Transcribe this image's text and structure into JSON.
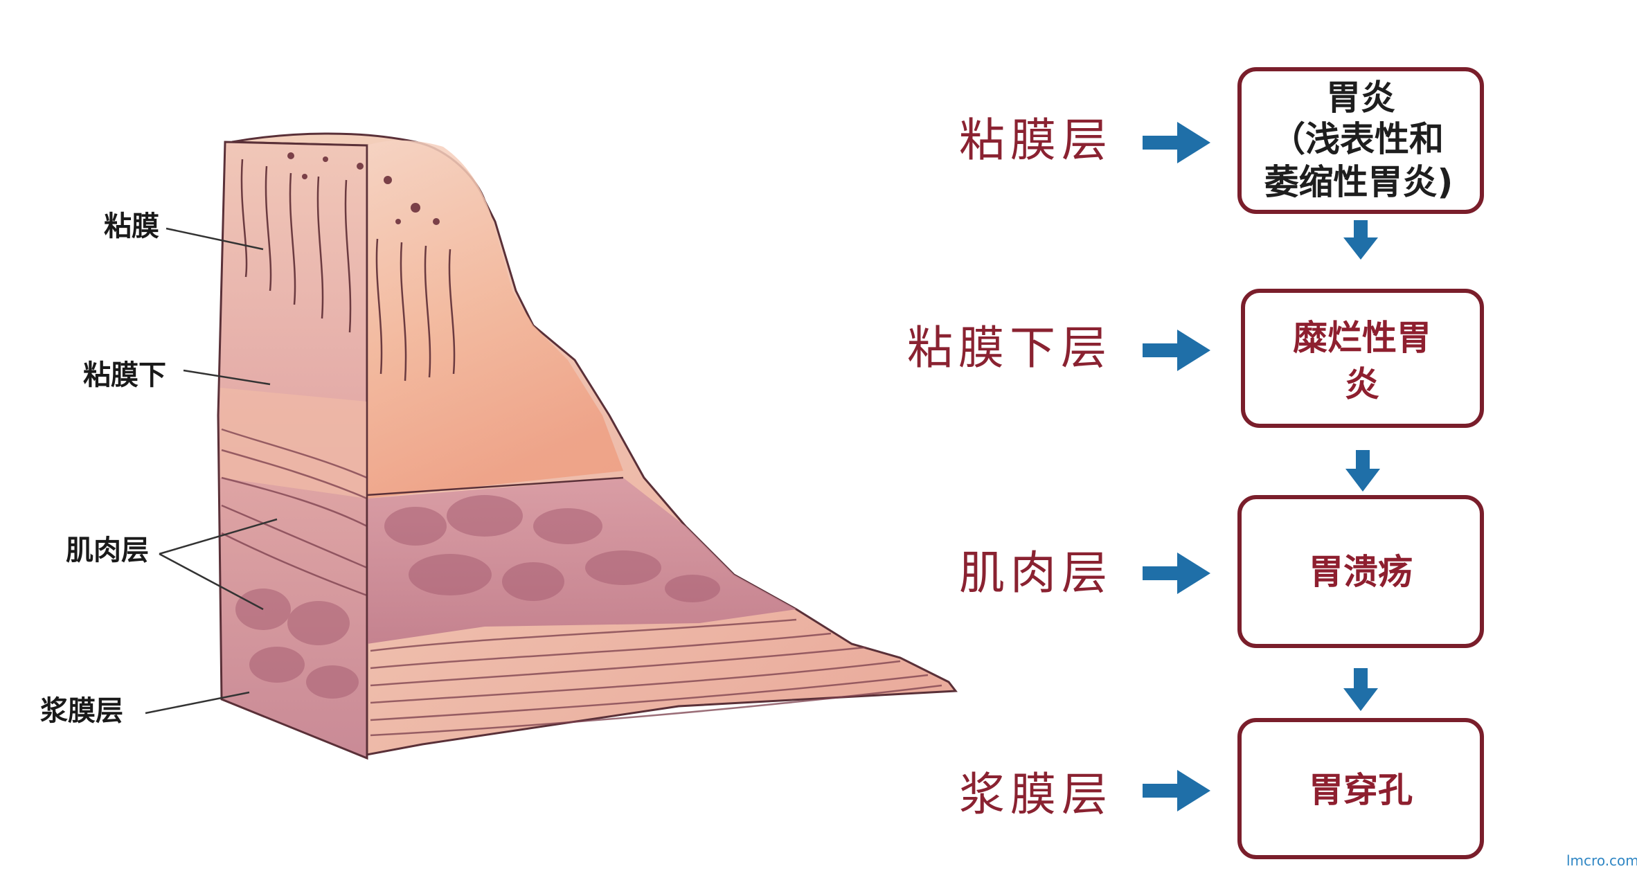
{
  "diagram": {
    "left_labels": {
      "mucosa": "粘膜",
      "submucosa": "粘膜下",
      "muscle": "肌肉层",
      "serosa": "浆膜层"
    },
    "layers": [
      {
        "name": "粘膜层",
        "box_lines": [
          "胃炎",
          "（浅表性和",
          "萎缩性胃炎)"
        ],
        "box_style": "dark"
      },
      {
        "name": "粘膜下层",
        "box_lines": [
          "糜烂性胃",
          "炎"
        ],
        "box_style": "red"
      },
      {
        "name": "肌肉层",
        "box_lines": [
          "胃溃疡"
        ],
        "box_style": "red"
      },
      {
        "name": "浆膜层",
        "box_lines": [
          "胃穿孔"
        ],
        "box_style": "red"
      }
    ],
    "colors": {
      "box_border": "#7a1e2b",
      "arrow": "#1f6fa8",
      "layer_text": "#8a2231",
      "tissue_mucosa": "#f3c0a8",
      "tissue_muscle": "#c98a96"
    },
    "watermark": "lmcro.com"
  }
}
